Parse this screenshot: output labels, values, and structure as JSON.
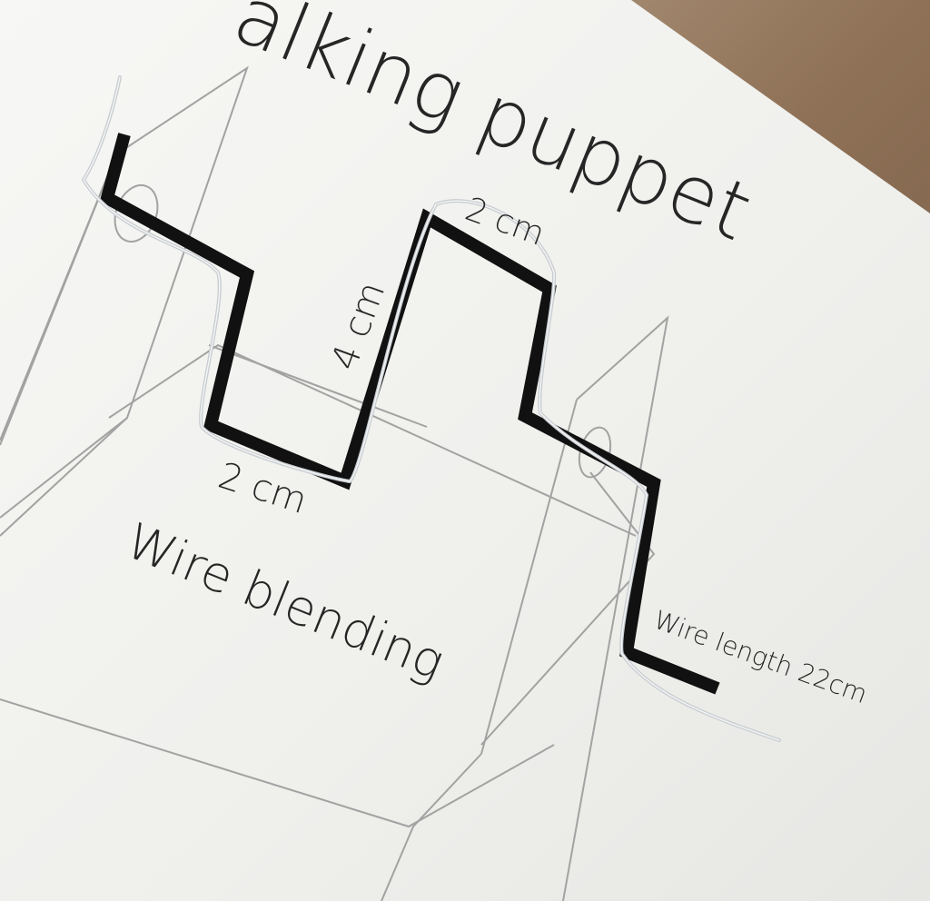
{
  "sheet": {
    "title": "alking puppet",
    "instruction": "Wire blending",
    "note": "Wire length 22cm"
  },
  "dimensions": {
    "top_segment": "2 cm",
    "vertical_segment": "4 cm",
    "bottom_segment": "2 cm"
  },
  "colors": {
    "paper": "#f1f1ef",
    "table": "#a08670",
    "template_ink": "#111111",
    "pencil_lines": "#9a9a9a",
    "wire": "#cfd3d6"
  }
}
